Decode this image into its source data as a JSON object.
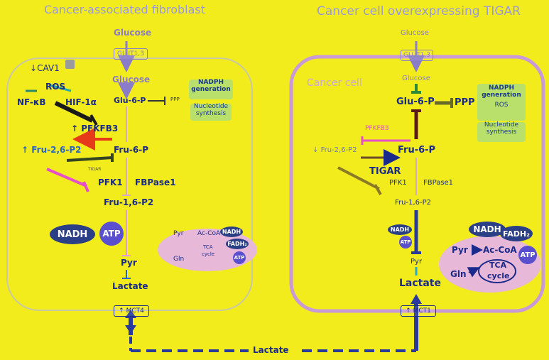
{
  "titles": {
    "left": "Cancer-associated fibroblast",
    "right": "Cancer cell overexpressing TIGAR"
  },
  "caf": {
    "glucose_top": "Glucose",
    "glut": "GLUT1,3",
    "glucose_in": "Glucose",
    "glu6p": "Glu-6-P",
    "ppp": "PPP",
    "cav1": "CAV1",
    "ros": "ROS",
    "nfkb": "NF-κB",
    "hif": "HIF-1α",
    "pfkfb3": "PFKFB3",
    "fru26p2": "Fru-2,6-P2",
    "fru6p": "Fru-6-P",
    "tigar": "TIGAR",
    "pfk1": "PFK1",
    "fbpase1": "FBPase1",
    "fru16p2": "Fru-1,6-P2",
    "nadh": "NADH",
    "atp": "ATP",
    "pyr": "Pyr",
    "lactate": "Lactate",
    "mct4": "MCT4",
    "nadph": [
      "NADPH",
      "generation"
    ],
    "nucleotide": [
      "Nucleotide",
      "synthesis"
    ],
    "mito": {
      "pyr": "Pyr",
      "acoa": "Ac-CoA",
      "nadh": "NADH",
      "fadh": "FADH₂",
      "tca": [
        "TCA",
        "cycle"
      ],
      "gln": "Gln",
      "atp": "ATP"
    }
  },
  "cc": {
    "glucose_top": "Glucose",
    "glut": "GLUT1,3",
    "cell_label": "Cancer cell",
    "glucose_in": "Glucose",
    "glu6p": "Glu-6-P",
    "ppp": "PPP",
    "pfkfb3": "PFKFB3",
    "fru26p2": "Fru-2,6-P2",
    "fru6p": "Fru-6-P",
    "tigar": "TIGAR",
    "pfk1": "PFK1",
    "fbpase1": "FBPase1",
    "fru16p2": "Fru-1,6-P2",
    "nadh": "NADH",
    "atp": "ATP",
    "pyr": "Pyr",
    "lactate": "Lactate",
    "mct1": "MCT1",
    "nadph": [
      "NADPH",
      "generation"
    ],
    "ros": "ROS",
    "nucleotide": [
      "Nucleotide",
      "synthesis"
    ],
    "mito": {
      "nadh": "NADH",
      "fadh": "FADH₂",
      "pyr": "Pyr",
      "acoa": "Ac-CoA",
      "atp": "ATP",
      "gln": "Gln",
      "tca": [
        "TCA",
        "cycle"
      ]
    }
  },
  "bottom_lactate": "Lactate",
  "colors": {
    "background": "#f2ec1c",
    "navy": "#1a2a8a",
    "blue_text": "#2a66c8",
    "violet": "#8a7cc8",
    "pink_inhibit": "#e64fc8",
    "red_arrow": "#e63a1a",
    "black_inhibit": "#1a1a1a",
    "olive_inhibit": "#6a6a28",
    "teal": "#2aa8a8",
    "nadh_oval": "#2b3f86",
    "atp_circle": "#5a4fcf",
    "mito": "#e8b8d8",
    "green_box": "#b8e06a"
  },
  "icons": {
    "arrow_up": "↑",
    "arrow_down": "↓"
  }
}
